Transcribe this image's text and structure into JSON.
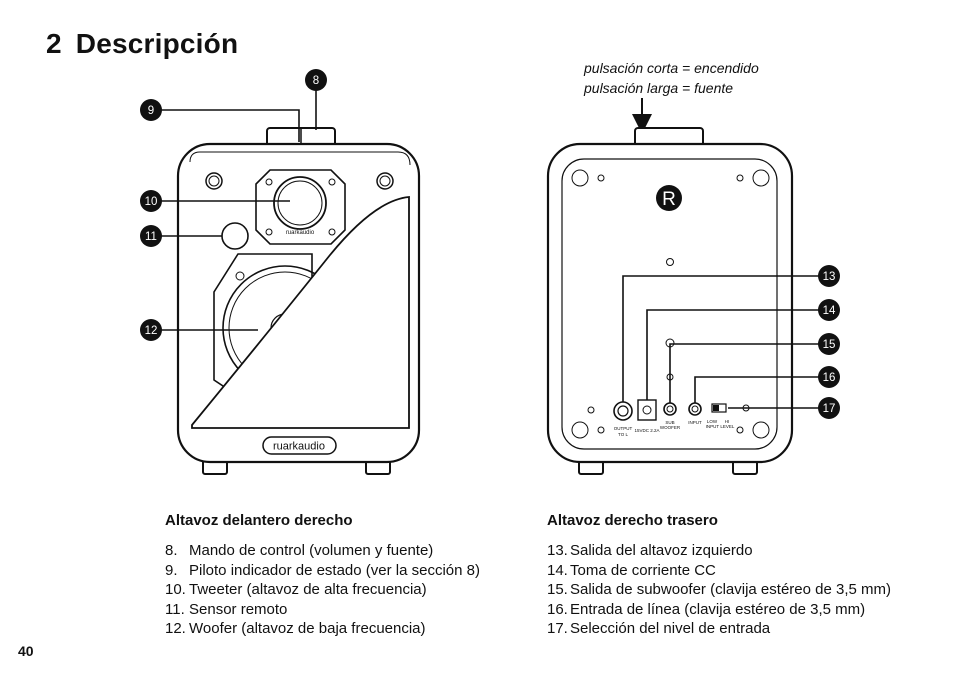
{
  "heading": {
    "number": "2",
    "title": "Descripción"
  },
  "note": {
    "line1": "pulsación corta = encendido",
    "line2": "pulsación larga = fuente"
  },
  "callouts": [
    "8",
    "9",
    "10",
    "11",
    "12",
    "13",
    "14",
    "15",
    "16",
    "17"
  ],
  "front_logo": "ruarkaudio",
  "tweeter_logo": "ruarkaudio",
  "rear_badge": "R",
  "rear_labels": {
    "output": [
      "OUTPUT",
      "TO L"
    ],
    "dc": [
      "15VDC 2.2A"
    ],
    "sub": [
      "SUB",
      "WOOFER"
    ],
    "input": [
      "INPUT"
    ],
    "level": [
      "LOW",
      "HI",
      "INPUT LEVEL"
    ]
  },
  "front_section": {
    "title": "Altavoz delantero derecho",
    "items": [
      {
        "num": "8.",
        "text": "Mando de control (volumen y fuente)"
      },
      {
        "num": "9.",
        "text": "Piloto indicador de estado (ver la sección 8)"
      },
      {
        "num": "10.",
        "text": "Tweeter (altavoz de alta frecuencia)"
      },
      {
        "num": "11.",
        "text": "Sensor remoto"
      },
      {
        "num": "12.",
        "text": "Woofer (altavoz de baja frecuencia)"
      }
    ]
  },
  "rear_section": {
    "title": "Altavoz derecho trasero",
    "items": [
      {
        "num": "13.",
        "text": "Salida del altavoz izquierdo"
      },
      {
        "num": "14.",
        "text": "Toma de corriente CC"
      },
      {
        "num": "15.",
        "text": "Salida de subwoofer (clavija estéreo de 3,5 mm)"
      },
      {
        "num": "16.",
        "text": "Entrada de línea (clavija estéreo de 3,5 mm)"
      },
      {
        "num": "17.",
        "text": "Selección del nivel de entrada"
      }
    ]
  },
  "page_number": "40"
}
